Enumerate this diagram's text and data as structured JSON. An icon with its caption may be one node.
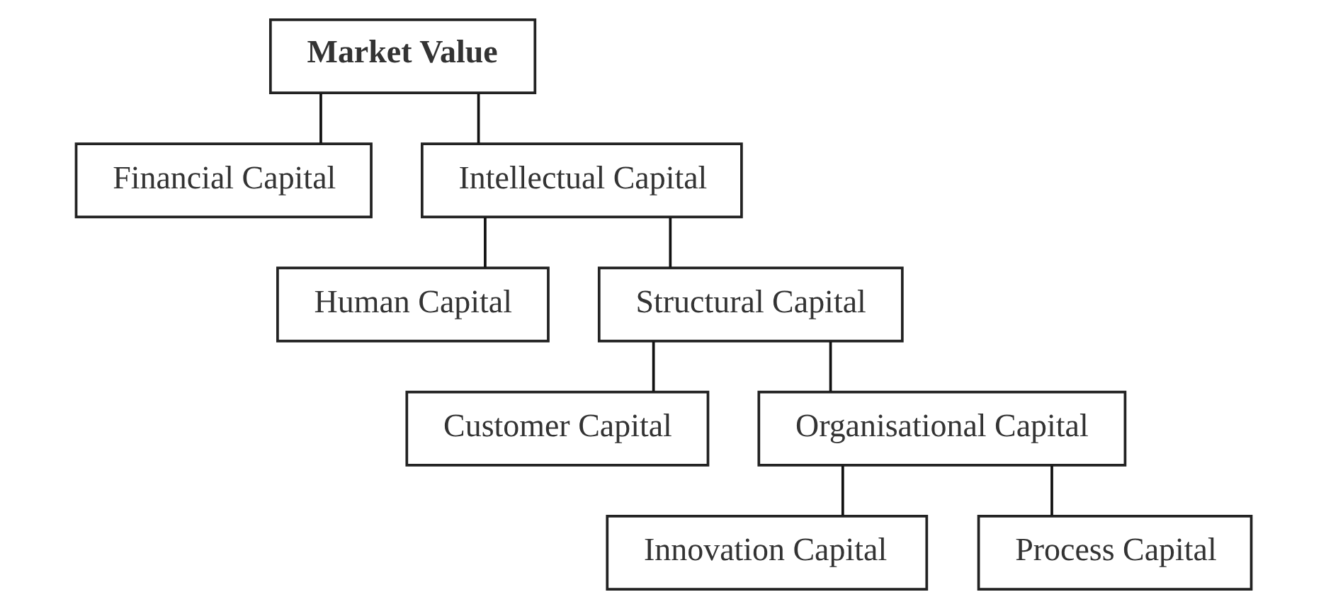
{
  "diagram": {
    "nodes": [
      {
        "text": [
          "Market Value"
        ]
      },
      {
        "text": [
          "Financial Capital"
        ]
      },
      {
        "text": [
          "Intellectual Capital"
        ]
      },
      {
        "text": [
          "Human Capital"
        ]
      },
      {
        "text": [
          "Structural Capital"
        ]
      },
      {
        "text": [
          "Customer Capital"
        ]
      },
      {
        "text": [
          "Organisational Capital"
        ]
      },
      {
        "text": [
          "Innovation Capital"
        ]
      },
      {
        "text": [
          "Process Capital"
        ]
      }
    ],
    "edges": [
      {
        "from": 0,
        "to": 1,
        "arrow": "none"
      },
      {
        "from": 0,
        "to": 2,
        "arrow": "none"
      },
      {
        "from": 2,
        "to": 3,
        "arrow": "none"
      },
      {
        "from": 2,
        "to": 4,
        "arrow": "none"
      },
      {
        "from": 4,
        "to": 5,
        "arrow": "none"
      },
      {
        "from": 4,
        "to": 6,
        "arrow": "none"
      },
      {
        "from": 6,
        "to": 7,
        "arrow": "none"
      },
      {
        "from": 6,
        "to": 8,
        "arrow": "none"
      }
    ]
  }
}
